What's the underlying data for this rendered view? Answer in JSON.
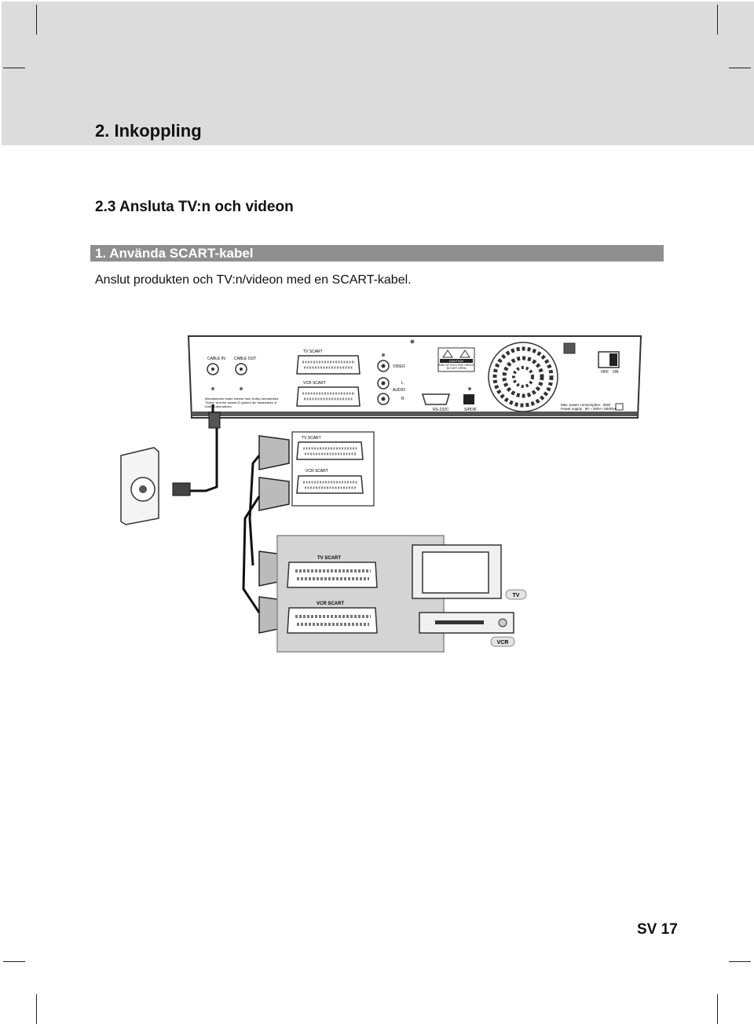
{
  "header": {
    "chapter_title": "2. Inkoppling"
  },
  "section": {
    "title": "2.3 Ansluta TV:n och videon"
  },
  "subsection": {
    "title": "1. Använda SCART-kabel"
  },
  "body": {
    "text": "Anslut produkten och TV:n/videon med en SCART-kabel."
  },
  "diagram": {
    "rear_panel_labels": {
      "cable_in": "CABLE IN",
      "cable_out": "CABLE OUT",
      "tv_scart": "TV SCART",
      "vcr_scart": "VCR SCART",
      "video": "VIDEO",
      "audio": "AUDIO",
      "audio_l": "L",
      "audio_r": "R",
      "rs232c": "RS-232C",
      "spdif": "S/PDIF",
      "caution": "CAUTION",
      "caution_line1": "RISK OF ELECTRIC SHOCK",
      "caution_line2": "DO NOT OPEN",
      "off": "OFF",
      "on": "ON",
      "power_line1": "Max. power consumption : 25W",
      "power_line2": "Power supply : 90 ~ 250V~ 50/60Hz",
      "dolby_line1": "Manufactured under license from Dolby Laboratories.",
      "dolby_line2": "\"Dolby\" and the double-D symbol are trademarks of",
      "dolby_line3": "Dolby Laboratories."
    },
    "zoom_labels": {
      "tv_scart": "TV SCART",
      "vcr_scart": "VCR SCART"
    },
    "device_panel_labels": {
      "tv_scart": "TV SCART",
      "vcr_scart": "VCR SCART"
    },
    "device_labels": {
      "tv": "TV",
      "vcr": "VCR"
    }
  },
  "footer": {
    "page_number": "SV 17"
  }
}
